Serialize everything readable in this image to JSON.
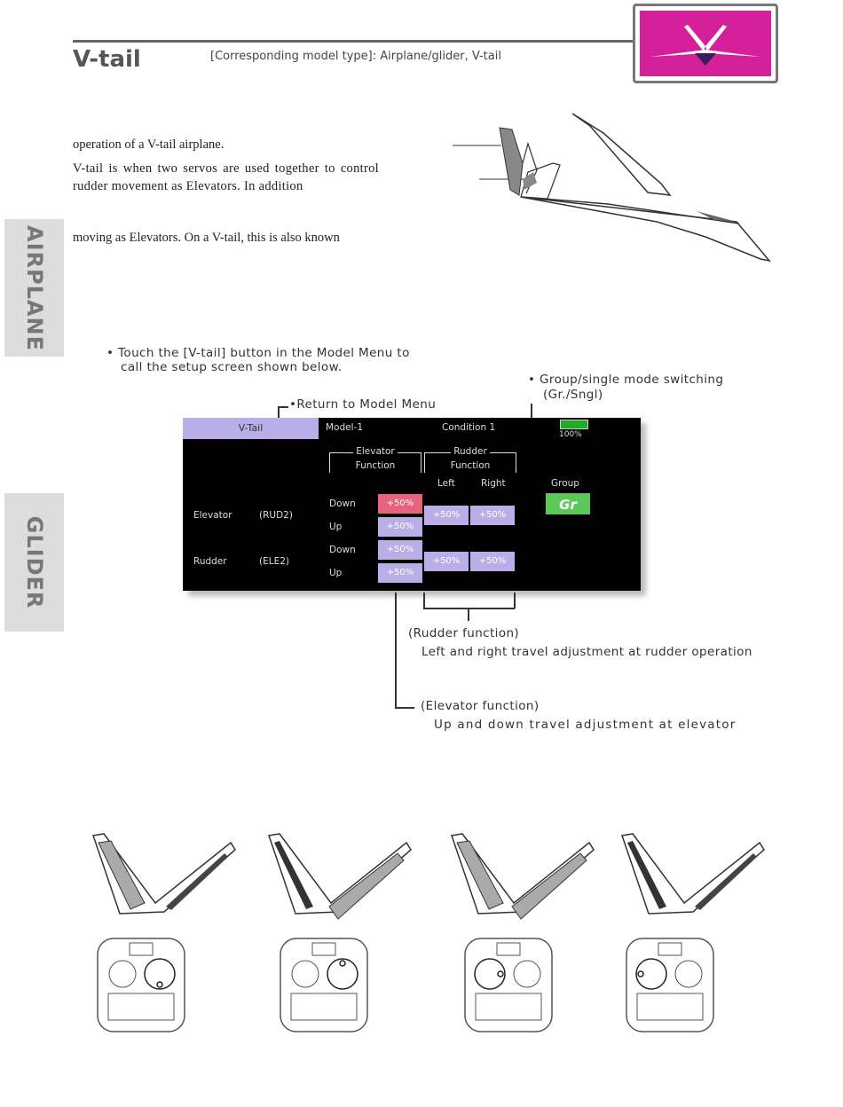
{
  "header": {
    "title": "V-tail",
    "subtitle": "[Corresponding model type]: Airplane/glider, V-tail"
  },
  "intro": {
    "line1": "operation of a V-tail airplane.",
    "para2": "V-tail is when two servos are used together to control rudder movement as Elevators. In addition",
    "line3": "moving as Elevators. On a V-tail, this is also known"
  },
  "side_tabs": {
    "airplane": "AIRPLANE",
    "glider": "GLIDER"
  },
  "instruction": {
    "line1": "• Touch the [V-tail] button in the Model Menu to",
    "line2": "call the setup screen shown below."
  },
  "callouts": {
    "group_line1": "• Group/single mode switching",
    "group_line2": "(Gr./Sngl)",
    "return": "•Return to Model Menu",
    "rudder_title": "(Rudder function)",
    "rudder_desc": "Left and right travel adjustment at  rudder operation",
    "elevator_title": "(Elevator function)",
    "elevator_desc": "Up and down travel adjustment at   elevator"
  },
  "screen": {
    "tab": "V-Tail",
    "model": "Model-1",
    "condition": "Condition 1",
    "battery": "100%",
    "elevator_function": [
      "Elevator",
      "Function"
    ],
    "rudder_function": [
      "Rudder",
      "Function"
    ],
    "left": "Left",
    "right": "Right",
    "group_label": "Group",
    "group_button": "Gr",
    "rows": {
      "elevator": {
        "label": "Elevator",
        "channel": "(RUD2)"
      },
      "rudder": {
        "label": "Rudder",
        "channel": "(ELE2)"
      }
    },
    "down": "Down",
    "up": "Up",
    "values": {
      "ele_down": "+50%",
      "ele_up": "+50%",
      "rud_down": "+50%",
      "rud_up": "+50%",
      "ele_left": "+50%",
      "ele_right": "+50%",
      "rud_left": "+50%",
      "rud_right": "+50%"
    },
    "colors": {
      "button": "#b9aee8",
      "active": "#e8637d",
      "group": "#5cc85a"
    }
  }
}
